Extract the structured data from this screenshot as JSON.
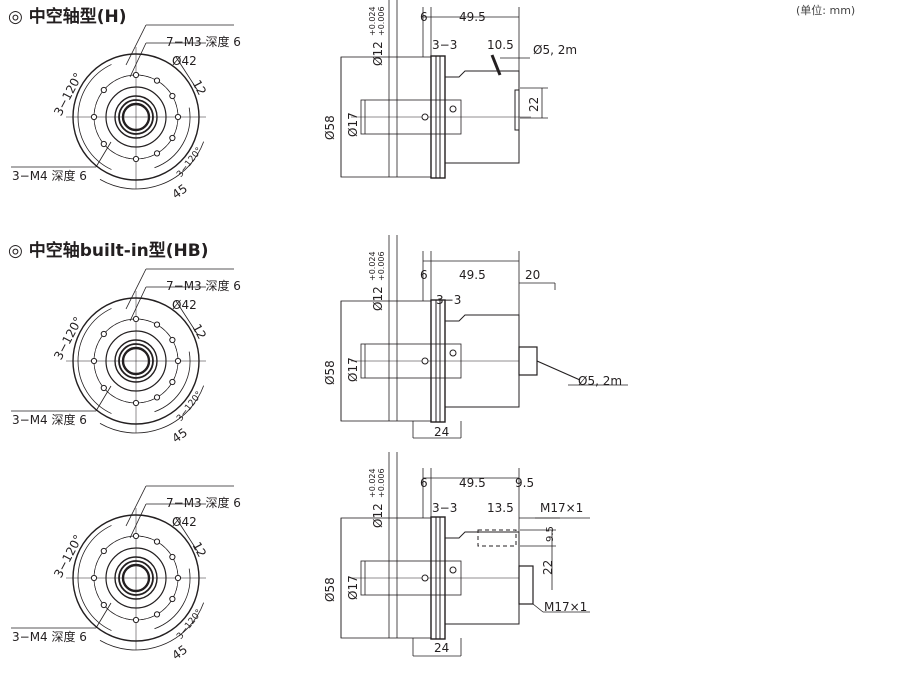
{
  "unit_note": "(单位: mm)",
  "sections": [
    {
      "title": "◎ 中空轴型(H)",
      "front": {
        "holes_m3": "7−M3 深度 6",
        "dia_42": "Ø42",
        "angle_120": "3−120°",
        "dim_12": "12",
        "holes_m4": "3−M4 深度 6",
        "dim_45": "45",
        "angle_small": "3−120°"
      },
      "side": {
        "bore": "Ø12",
        "bore_tol_upper": "+0.024",
        "bore_tol_lower": "+0.006",
        "dim_6": "6",
        "dim_49_5": "49.5",
        "dim_3_3": "3−3",
        "dim_10_5": "10.5",
        "cable": "Ø5, 2m",
        "dim_22": "22",
        "dia_58": "Ø58",
        "dia_17": "Ø17"
      }
    },
    {
      "title": "◎ 中空轴built-in型(HB)",
      "front": {
        "holes_m3": "7−M3 深度 6",
        "dia_42": "Ø42",
        "angle_120": "3−120°",
        "dim_12": "12",
        "holes_m4": "3−M4 深度 6",
        "dim_45": "45",
        "angle_small": "3−120°"
      },
      "side": {
        "bore": "Ø12",
        "bore_tol_upper": "+0.024",
        "bore_tol_lower": "+0.006",
        "dim_6": "6",
        "dim_49_5": "49.5",
        "dim_20": "20",
        "dim_3_3": "3−3",
        "cable": "Ø5, 2m",
        "dia_58": "Ø58",
        "dia_17": "Ø17",
        "dim_24": "24"
      }
    },
    {
      "front": {
        "holes_m3": "7−M3 深度 6",
        "dia_42": "Ø42",
        "angle_120": "3−120°",
        "dim_12": "12",
        "holes_m4": "3−M4 深度 6",
        "dim_45": "45",
        "angle_small": "3−120°"
      },
      "side": {
        "bore": "Ø12",
        "bore_tol_upper": "+0.024",
        "bore_tol_lower": "+0.006",
        "dim_6": "6",
        "dim_49_5": "49.5",
        "dim_9_5": "9.5",
        "dim_3_3": "3−3",
        "dim_13_5": "13.5",
        "conn_top": "M17×1",
        "dim_9_5b": "9.5",
        "dim_22": "22",
        "conn_bottom": "M17×1",
        "dia_58": "Ø58",
        "dia_17": "Ø17",
        "dim_24": "24"
      }
    }
  ]
}
